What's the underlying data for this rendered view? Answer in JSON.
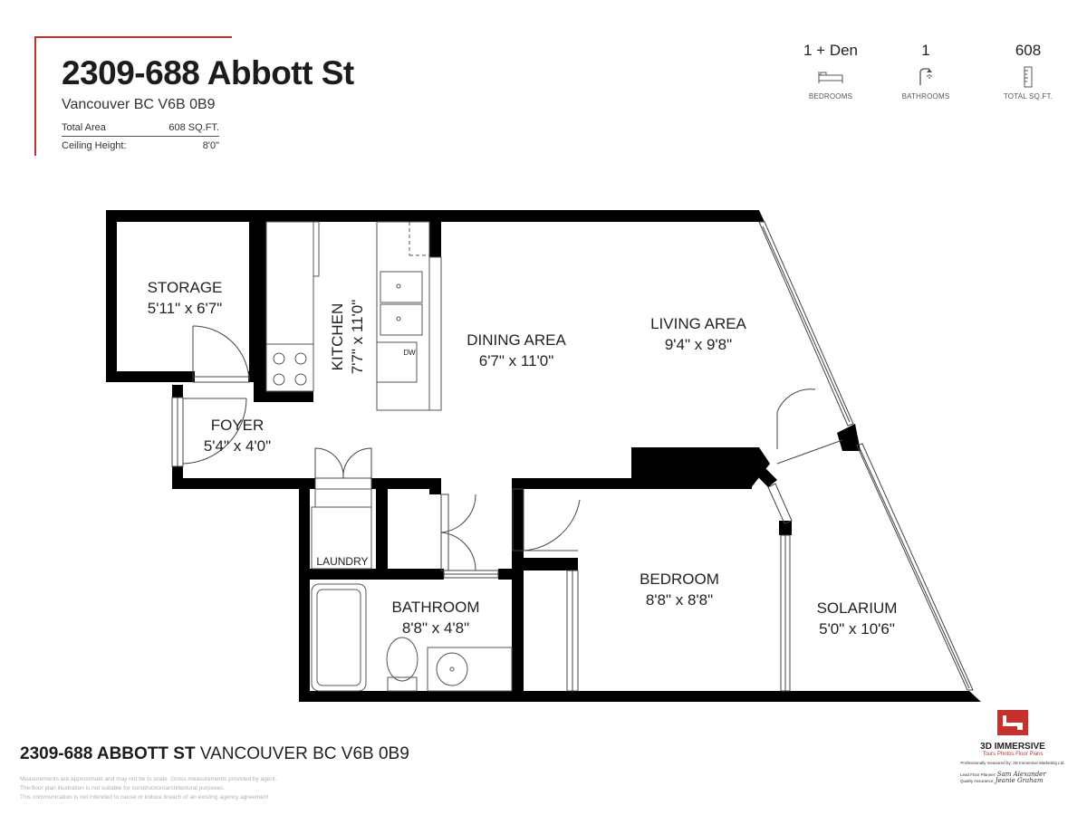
{
  "header": {
    "title": "2309-688 Abbott St",
    "subtitle": "Vancouver BC V6B 0B9",
    "total_area_label": "Total Area",
    "total_area_value": "608 SQ.FT.",
    "ceiling_label": "Ceiling Height:",
    "ceiling_value": "8'0\""
  },
  "stats": [
    {
      "value": "1 + Den",
      "label": "BEDROOMS",
      "icon": "bed-icon"
    },
    {
      "value": "1",
      "label": "BATHROOMS",
      "icon": "shower-icon"
    },
    {
      "value": "608",
      "label": "TOTAL SQ.FT.",
      "icon": "ruler-icon"
    }
  ],
  "rooms": {
    "storage": {
      "name": "STORAGE",
      "dims": "5'11\" x 6'7\""
    },
    "kitchen": {
      "name": "KITCHEN",
      "dims": "7'7\" x 11'0\""
    },
    "dining": {
      "name": "DINING AREA",
      "dims": "6'7\" x 11'0\""
    },
    "living": {
      "name": "LIVING AREA",
      "dims": "9'4\" x 9'8\""
    },
    "foyer": {
      "name": "FOYER",
      "dims": "5'4\" x 4'0\""
    },
    "laundry": {
      "name": "LAUNDRY"
    },
    "bathroom": {
      "name": "BATHROOM",
      "dims": "8'8\" x 4'8\""
    },
    "bedroom": {
      "name": "BEDROOM",
      "dims": "8'8\" x 8'8\""
    },
    "solarium": {
      "name": "SOLARIUM",
      "dims": "5'0\" x 10'6\""
    },
    "dishwasher": "DW"
  },
  "footer": {
    "address_bold": "2309-688 ABBOTT ST",
    "address_rest": " VANCOUVER BC V6B 0B9",
    "disclaimer": [
      "Measurements are approximate and may not be to scale. Gross measurements provided by agent.",
      "The floor plan illustration is not suitable for construction/architectural purposes.",
      "This communication is not intended to cause or induce breach of an existing agency agreement"
    ]
  },
  "brand": {
    "name": "3D IMMERSIVE",
    "tagline": "Tours  Photos  Floor Plans",
    "measured_by": "Professionally measured by: 3D Immersive Marketing Ltd.",
    "planner_label": "Lead Floor Planner:",
    "planner_sig": "Sam Alexander",
    "qa_label": "Quality Assurance:",
    "qa_sig": "Jeanie Graham",
    "accent_color": "#c9302c"
  }
}
